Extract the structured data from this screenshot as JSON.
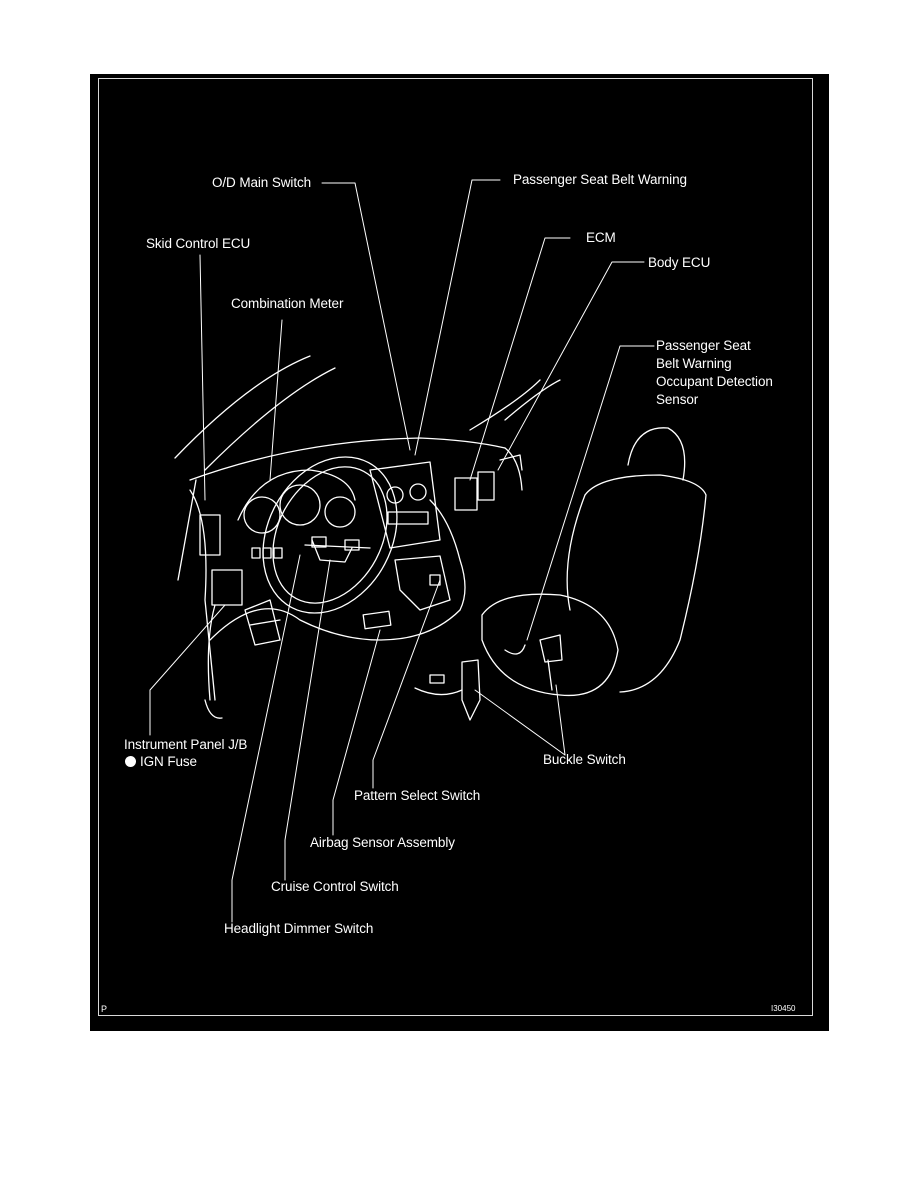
{
  "labels": {
    "od_main_switch": "O/D Main Switch",
    "passenger_seat_belt_warning": "Passenger Seat Belt Warning",
    "skid_control_ecu": "Skid Control ECU",
    "ecm": "ECM",
    "body_ecu": "Body ECU",
    "combination_meter": "Combination Meter",
    "occupant_sensor_line1": "Passenger Seat",
    "occupant_sensor_line2": "Belt Warning",
    "occupant_sensor_line3": "Occupant Detection",
    "occupant_sensor_line4": "Sensor",
    "instrument_panel_jb": "Instrument Panel J/B",
    "ign_fuse": "IGN Fuse",
    "buckle_switch": "Buckle Switch",
    "pattern_select_switch": "Pattern Select Switch",
    "airbag_sensor_assembly": "Airbag Sensor Assembly",
    "cruise_control_switch": "Cruise Control Switch",
    "headlight_dimmer_switch": "Headlight Dimmer Switch"
  },
  "corner_marks": {
    "left": "P",
    "right": "I30450"
  },
  "colors": {
    "background": "#000000",
    "ink": "#ffffff"
  }
}
